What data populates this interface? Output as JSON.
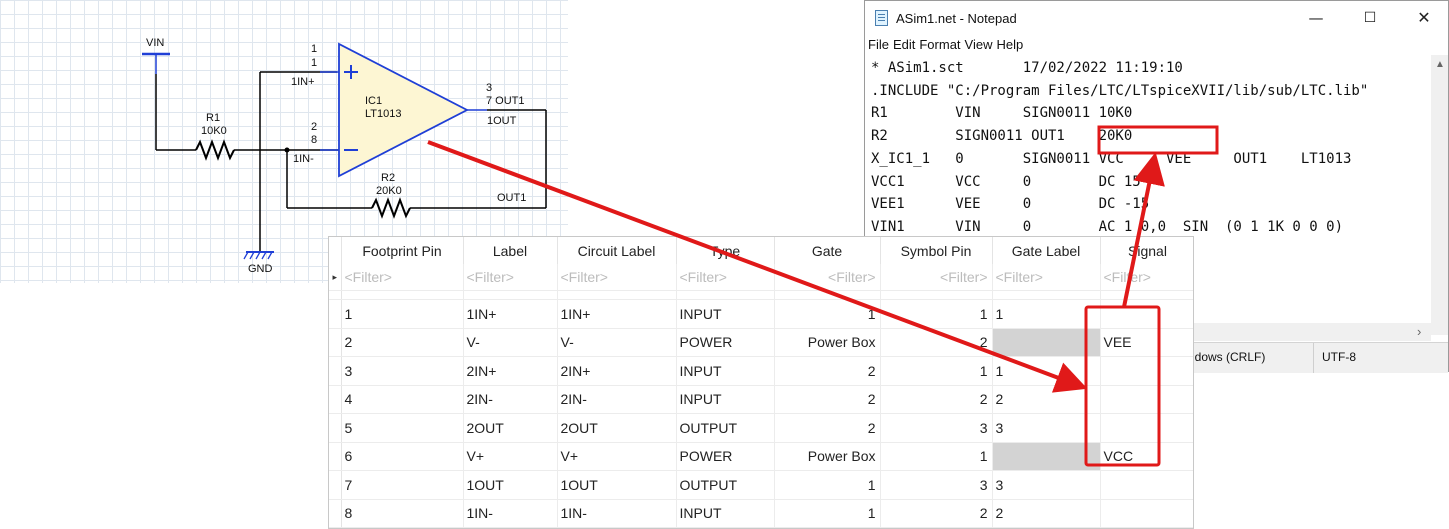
{
  "schematic": {
    "labels": {
      "vin": "VIN",
      "r1_name": "R1",
      "r1_value": "10K0",
      "r2_name": "R2",
      "r2_value": "20K0",
      "gnd": "GND",
      "ic_name": "IC1",
      "ic_part": "LT1013",
      "pin1_num_a": "1",
      "pin1_num_b": "1",
      "pin1_name": "1IN+",
      "pin2_num": "2",
      "pin8_num": "8",
      "pin2_name": "1IN-",
      "pin3_num": "3",
      "pin7_label": "7 OUT1",
      "out_name": "1OUT",
      "out1_net": "OUT1"
    }
  },
  "notepad": {
    "title": "ASim1.net - Notepad",
    "window_buttons": {
      "minimize": "—",
      "maximize": "☐",
      "close": "✕"
    },
    "menu": [
      "File",
      "Edit",
      "Format",
      "View",
      "Help"
    ],
    "lines": [
      "* ASim1.sct       17/02/2022 11:19:10",
      ".INCLUDE \"C:/Program Files/LTC/LTspiceXVII/lib/sub/LTC.lib\"",
      "R1        VIN     SIGN0011 10K0",
      "R2        SIGN0011 OUT1    20K0",
      "X_IC1_1   0       SIGN0011 VCC     VEE     OUT1    LT1013",
      "VCC1      VCC     0        DC 15",
      "VEE1      VEE     0        DC -15",
      "VIN1      VIN     0        AC 1 0,0  SIN  (0 1 1K 0 0 0)",
      "*"
    ],
    "status": {
      "line_ending": "Windows (CRLF)",
      "encoding": "UTF-8"
    }
  },
  "pin_table": {
    "columns": [
      "Footprint Pin",
      "Label",
      "Circuit Label",
      "Type",
      "Gate",
      "Symbol Pin",
      "Gate Label",
      "Signal"
    ],
    "filter_placeholder": "<Filter>",
    "rows": [
      {
        "footprint_pin": "1",
        "label": "1IN+",
        "circuit_label": "1IN+",
        "type": "INPUT",
        "gate": "1",
        "symbol_pin": "1",
        "gate_label": "1",
        "signal": ""
      },
      {
        "footprint_pin": "2",
        "label": "V-",
        "circuit_label": "V-",
        "type": "POWER",
        "gate": "Power Box",
        "symbol_pin": "2",
        "gate_label": "",
        "signal": "VEE"
      },
      {
        "footprint_pin": "3",
        "label": "2IN+",
        "circuit_label": "2IN+",
        "type": "INPUT",
        "gate": "2",
        "symbol_pin": "1",
        "gate_label": "1",
        "signal": ""
      },
      {
        "footprint_pin": "4",
        "label": "2IN-",
        "circuit_label": "2IN-",
        "type": "INPUT",
        "gate": "2",
        "symbol_pin": "2",
        "gate_label": "2",
        "signal": ""
      },
      {
        "footprint_pin": "5",
        "label": "2OUT",
        "circuit_label": "2OUT",
        "type": "OUTPUT",
        "gate": "2",
        "symbol_pin": "3",
        "gate_label": "3",
        "signal": ""
      },
      {
        "footprint_pin": "6",
        "label": "V+",
        "circuit_label": "V+",
        "type": "POWER",
        "gate": "Power Box",
        "symbol_pin": "1",
        "gate_label": "",
        "signal": "VCC"
      },
      {
        "footprint_pin": "7",
        "label": "1OUT",
        "circuit_label": "1OUT",
        "type": "OUTPUT",
        "gate": "1",
        "symbol_pin": "3",
        "gate_label": "3",
        "signal": ""
      },
      {
        "footprint_pin": "8",
        "label": "1IN-",
        "circuit_label": "1IN-",
        "type": "INPUT",
        "gate": "1",
        "symbol_pin": "2",
        "gate_label": "2",
        "signal": ""
      }
    ]
  },
  "colors": {
    "annotation_red": "#e01919",
    "wire_black": "#000000",
    "wire_blue": "#1f3fd6",
    "opamp_fill": "#fdf6d3",
    "resistor": "#000000",
    "grey_cell": "#d3d3d3"
  }
}
